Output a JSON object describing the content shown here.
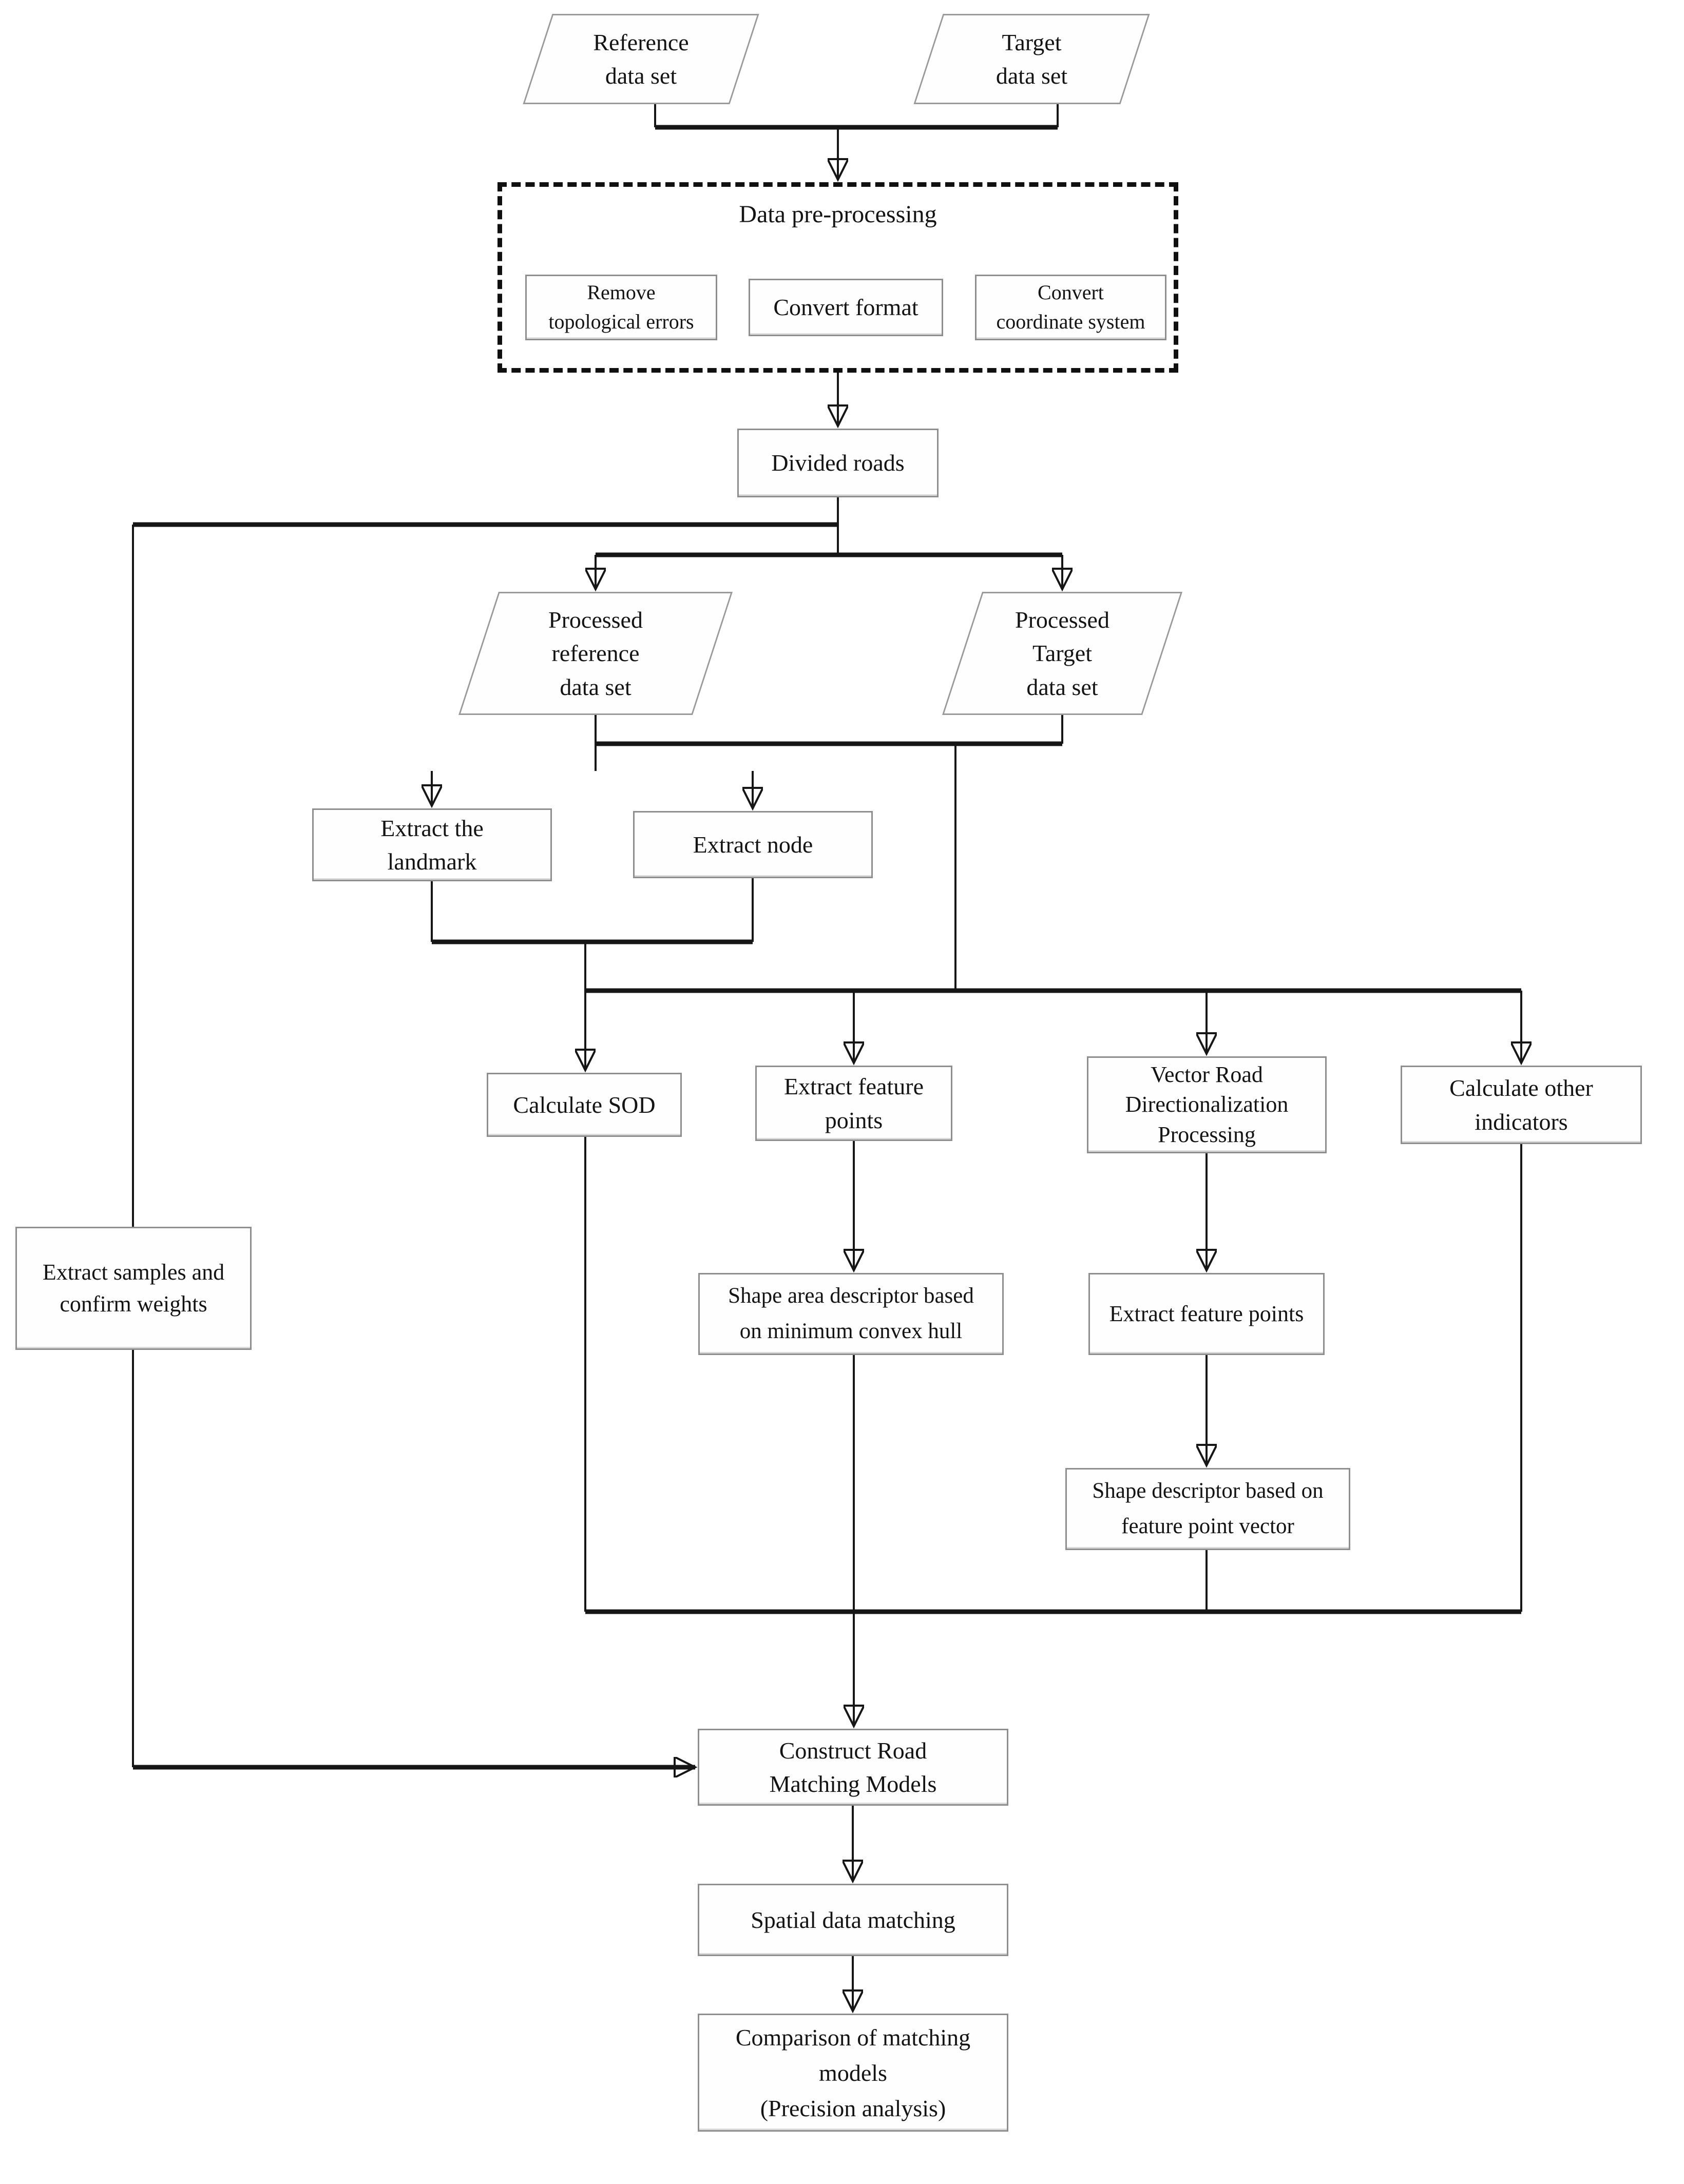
{
  "nodes": {
    "reference_dataset": "Reference\ndata set",
    "target_dataset": "Target\ndata set",
    "data_preprocessing": "Data pre-processing",
    "remove_topological_errors": "Remove\ntopological errors",
    "convert_format": "Convert format",
    "convert_coordinate_system": "Convert\ncoordinate system",
    "divided_roads": "Divided roads",
    "processed_reference_dataset": "Processed\nreference\ndata set",
    "processed_target_dataset": "Processed\nTarget\ndata set",
    "extract_landmark": "Extract the\nlandmark",
    "extract_node": "Extract node",
    "calculate_sod": "Calculate SOD",
    "extract_feature_points": "Extract feature\npoints",
    "vector_road_directionalization": "Vector Road\nDirectionalization\nProcessing",
    "calculate_other_indicators": "Calculate other\nindicators",
    "extract_samples_confirm_weights": "Extract samples and\nconfirm weights",
    "shape_area_descriptor": "Shape area descriptor based\non minimum convex hull",
    "extract_feature_points_2": "Extract feature points",
    "shape_descriptor_feature_vector": "Shape descriptor based on\nfeature point vector",
    "construct_road_matching_models": "Construct Road\nMatching Models",
    "spatial_data_matching": "Spatial data matching",
    "comparison_matching_models": "Comparison of matching\nmodels\n(Precision analysis)"
  },
  "colors": {
    "line": "#161616",
    "box_border": "#8e8e8e",
    "text": "#141414",
    "background": "#ffffff"
  }
}
